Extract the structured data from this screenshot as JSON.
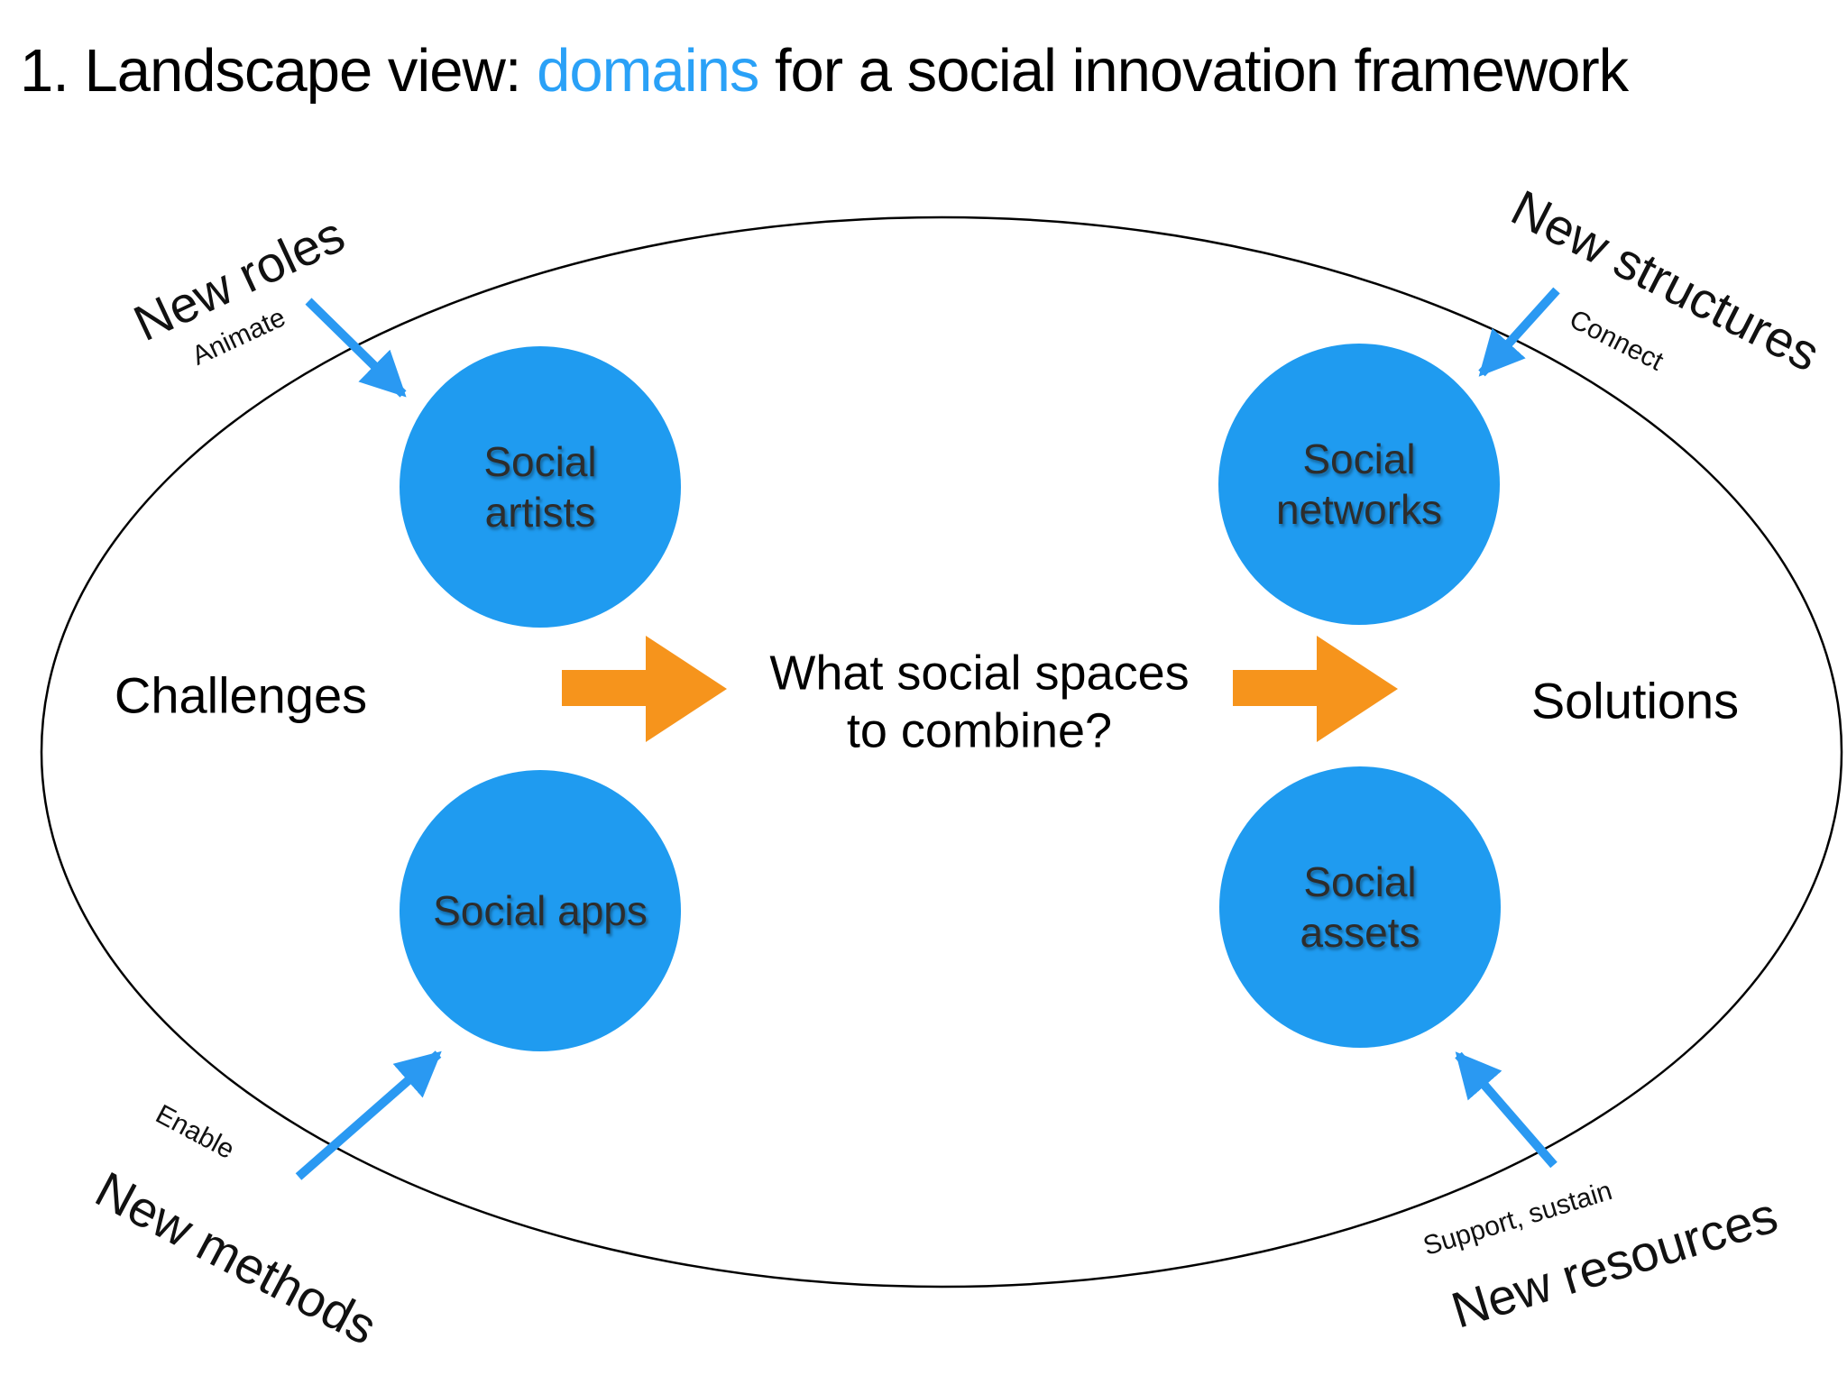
{
  "title": {
    "prefix": "1. Landscape view: ",
    "highlight": "domains",
    "suffix": " for a social innovation framework"
  },
  "colors": {
    "circle-blue": "#1f9bf0",
    "arrow-blue": "#2a99f2",
    "orange": "#f6941c",
    "title-highlight": "#2aa1f7",
    "ink": "#000000",
    "circle-text": "#2d2d2d"
  },
  "side_labels": {
    "left": "Challenges",
    "right": "Solutions"
  },
  "question": {
    "line1": "What social spaces",
    "line2": "to combine?"
  },
  "domains": [
    {
      "id": "social-artists",
      "label": "Social\nartists"
    },
    {
      "id": "social-networks",
      "label": "Social\nnetworks"
    },
    {
      "id": "social-apps",
      "label": "Social apps"
    },
    {
      "id": "social-assets",
      "label": "Social\nassets"
    }
  ],
  "corner_annotations": [
    {
      "id": "new-roles",
      "title": "New roles",
      "action": "Animate"
    },
    {
      "id": "new-structures",
      "title": "New structures",
      "action": "Connect"
    },
    {
      "id": "new-methods",
      "title": "New methods",
      "action": "Enable"
    },
    {
      "id": "new-resources",
      "title": "New resources",
      "action": "Support, sustain"
    }
  ]
}
